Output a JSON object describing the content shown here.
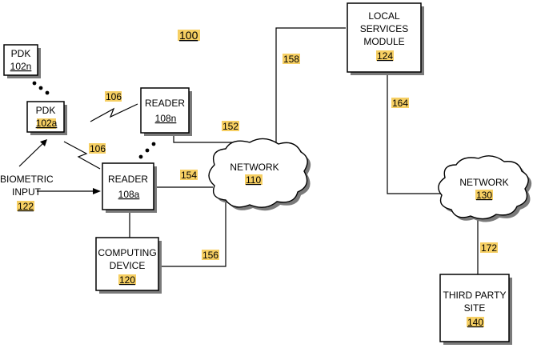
{
  "figure_number": "100",
  "nodes": {
    "pdk_n": {
      "title": "PDK",
      "ref": "102n"
    },
    "pdk_a": {
      "title": "PDK",
      "ref": "102a"
    },
    "reader_n": {
      "title": "READER",
      "ref": "108n"
    },
    "reader_a": {
      "title": "READER",
      "ref": "108a"
    },
    "computing_device": {
      "title_line1": "COMPUTING",
      "title_line2": "DEVICE",
      "ref": "120"
    },
    "network_110": {
      "title": "NETWORK",
      "ref": "110"
    },
    "local_services": {
      "title_line1": "LOCAL",
      "title_line2": "SERVICES",
      "title_line3": "MODULE",
      "ref": "124"
    },
    "network_130": {
      "title": "NETWORK",
      "ref": "130"
    },
    "third_party": {
      "title_line1": "THIRD PARTY",
      "title_line2": "SITE",
      "ref": "140"
    },
    "biometric_input": {
      "title_line1": "BIOMETRIC",
      "title_line2": "INPUT",
      "ref": "122"
    }
  },
  "links": {
    "wireless_upper": "106",
    "wireless_lower": "106",
    "reader_n_network": "152",
    "reader_a_network": "154",
    "computing_network": "156",
    "network_local": "158",
    "local_network130": "164",
    "network130_third": "172"
  }
}
